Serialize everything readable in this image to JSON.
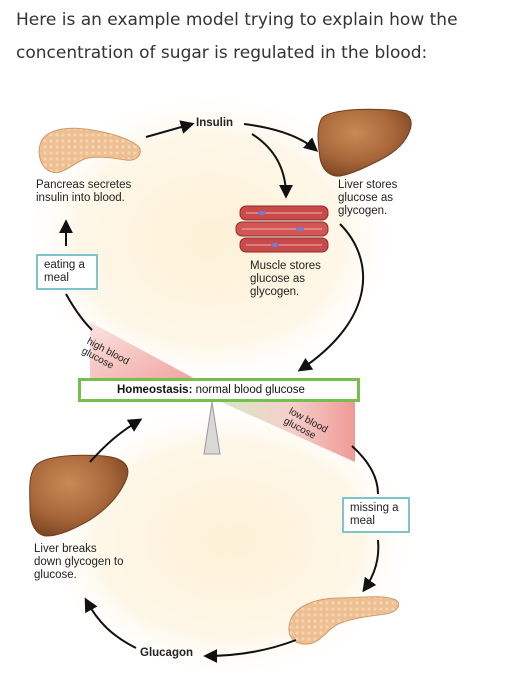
{
  "intro": {
    "text": "Here is an example model trying to explain how the concentration of sugar is regulated in the blood:"
  },
  "diagram": {
    "insulin_label": "Insulin",
    "glucagon_label": "Glucagon",
    "pancreas_secretes": "Pancreas secretes insulin into blood.",
    "liver_stores": "Liver stores glucose as glycogen.",
    "muscle_stores": "Muscle stores glucose as glycogen.",
    "eating_box": "eating a meal",
    "missing_box": "missing a meal",
    "high_glucose": "high blood glucose",
    "low_glucose": "low blood glucose",
    "homeostasis_bold": "Homeostasis:",
    "homeostasis_rest": "normal blood glucose",
    "liver_breaks": "Liver breaks down glycogen to glucose."
  },
  "colors": {
    "background_glow": "#fdf3dc",
    "high_wedge": "#f2a7a4",
    "low_wedge_green": "#cfe6b8",
    "homeostasis_border": "#76bf4c",
    "box_border": "#7fc4cc",
    "liver": "#a8673a",
    "pancreas": "#e8b98c",
    "muscle": "#c94a4a"
  }
}
